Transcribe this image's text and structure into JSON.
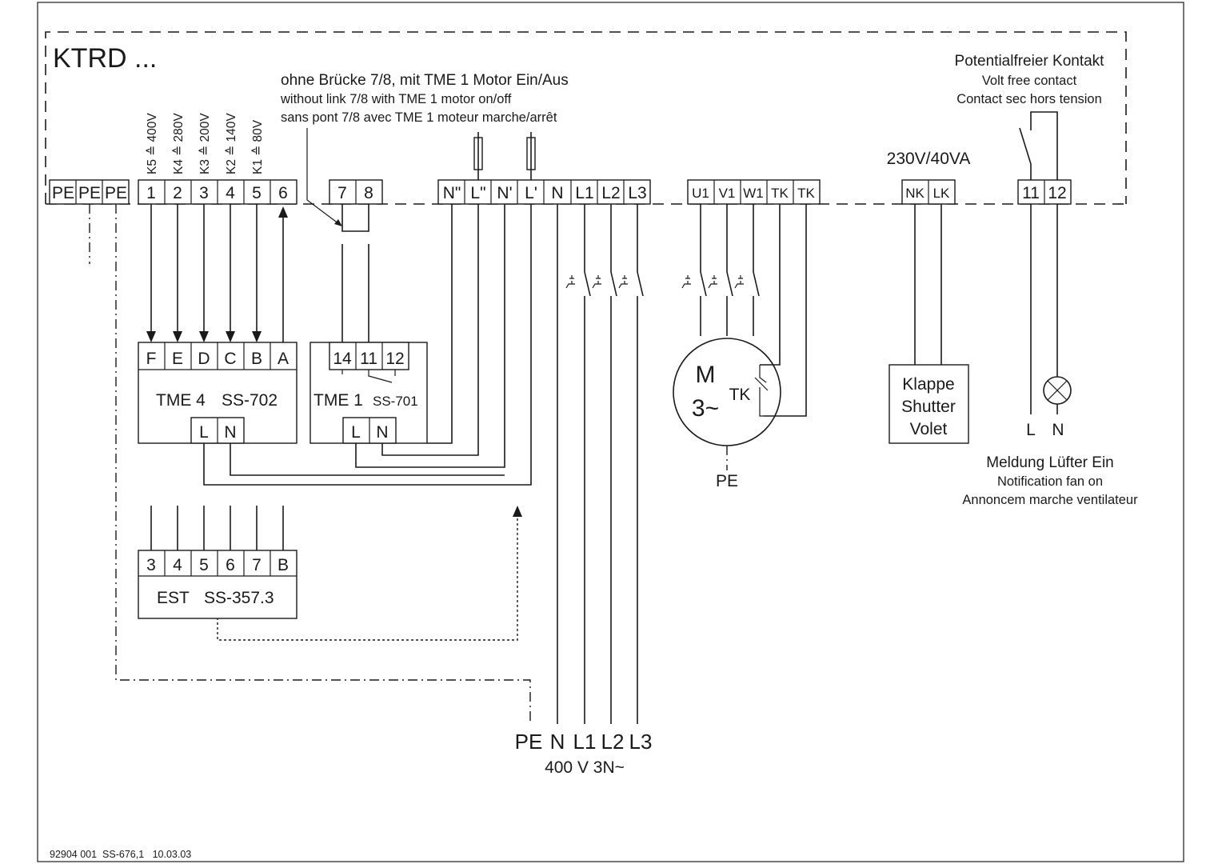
{
  "title": "KTRD ...",
  "bridge_note": {
    "de": "ohne Brücke 7/8, mit TME 1 Motor Ein/Aus",
    "en": "without link 7/8 with TME 1 motor on/off",
    "fr": "sans pont 7/8 avec TME 1 moteur marche/arrêt"
  },
  "contact_note": {
    "de": "Potentialfreier Kontakt",
    "en": "Volt free contact",
    "fr": "Contact sec hors tension"
  },
  "supply_shutter": "230V/40VA",
  "voltage_steps": [
    "K5 ≙ 400V",
    "K4 ≙ 280V",
    "K3 ≙ 200V",
    "K2 ≙ 140V",
    "K1 ≙ 80V"
  ],
  "terminals": {
    "pe": [
      "PE",
      "PE",
      "PE"
    ],
    "steps": [
      "1",
      "2",
      "3",
      "4",
      "5",
      "6"
    ],
    "bridge": [
      "7",
      "8"
    ],
    "power": [
      "N\"",
      "L\"",
      "N'",
      "L'",
      "N",
      "L1",
      "L2",
      "L3"
    ],
    "motor": [
      "U1",
      "V1",
      "W1",
      "TK",
      "TK"
    ],
    "shutter": [
      "NK",
      "LK"
    ],
    "signal": [
      "11",
      "12"
    ]
  },
  "tme4": {
    "inputs": [
      "F",
      "E",
      "D",
      "C",
      "B",
      "A"
    ],
    "name": "TME 4",
    "code": "SS-702",
    "supply": [
      "L",
      "N"
    ]
  },
  "tme1": {
    "contacts": [
      "14",
      "11",
      "12"
    ],
    "name": "TME 1",
    "code": "SS-701",
    "supply": [
      "L",
      "N"
    ]
  },
  "est": {
    "terminals": [
      "3",
      "4",
      "5",
      "6",
      "7",
      "B"
    ],
    "name": "EST",
    "code": "SS-357.3"
  },
  "motor": {
    "symbol": "M",
    "phase": "3~",
    "thermal": "TK",
    "earth": "PE"
  },
  "shutter_box": [
    "Klappe",
    "Shutter",
    "Volet"
  ],
  "lamp_labels": [
    "L",
    "N"
  ],
  "notification": {
    "de": "Meldung Lüfter Ein",
    "en": "Notification fan on",
    "fr": "Annoncem marche ventilateur"
  },
  "mains": {
    "labels": [
      "PE",
      "N",
      "L1",
      "L2",
      "L3"
    ],
    "voltage": "400 V 3N~"
  },
  "footer": "92904 001  SS-676,1   10.03.03"
}
